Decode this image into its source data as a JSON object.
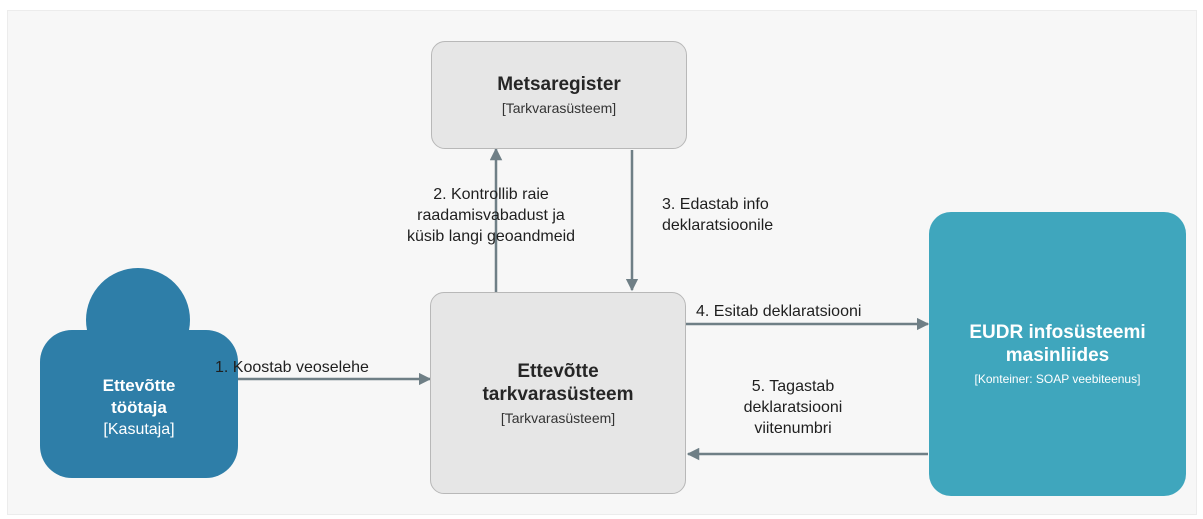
{
  "nodes": {
    "metsaregister": {
      "title": "Metsaregister",
      "type": "[Tarkvarasüsteem]"
    },
    "ettevotte_tarkvara": {
      "title_lines": [
        "Ettevõtte",
        "tarkvarasüsteem"
      ],
      "type": "[Tarkvarasüsteem]"
    },
    "eudr": {
      "title_lines": [
        "EUDR infosüsteemi",
        "masinliides"
      ],
      "type": "[Konteiner: SOAP veebiteenus]"
    },
    "user": {
      "title_lines": [
        "Ettevõtte",
        "töötaja"
      ],
      "type": "[Kasutaja]"
    }
  },
  "edges": {
    "e1": {
      "label": "1. Koostab veoselehe"
    },
    "e2": {
      "label_lines": [
        "2. Kontrollib raie",
        "raadamisvabadust ja",
        "küsib langi geoandmeid"
      ]
    },
    "e3": {
      "label_lines": [
        "3. Edastab info",
        "deklaratsioonile"
      ]
    },
    "e4": {
      "label": "4. Esitab deklaratsiooni"
    },
    "e5": {
      "label_lines": [
        "5. Tagastab",
        "deklaratsiooni",
        "viitenumbri"
      ]
    }
  },
  "colors": {
    "person": "#2e7ea8",
    "external": "#3fa6bd",
    "system_fill": "#e6e6e6",
    "arrow": "#6f7f86"
  }
}
